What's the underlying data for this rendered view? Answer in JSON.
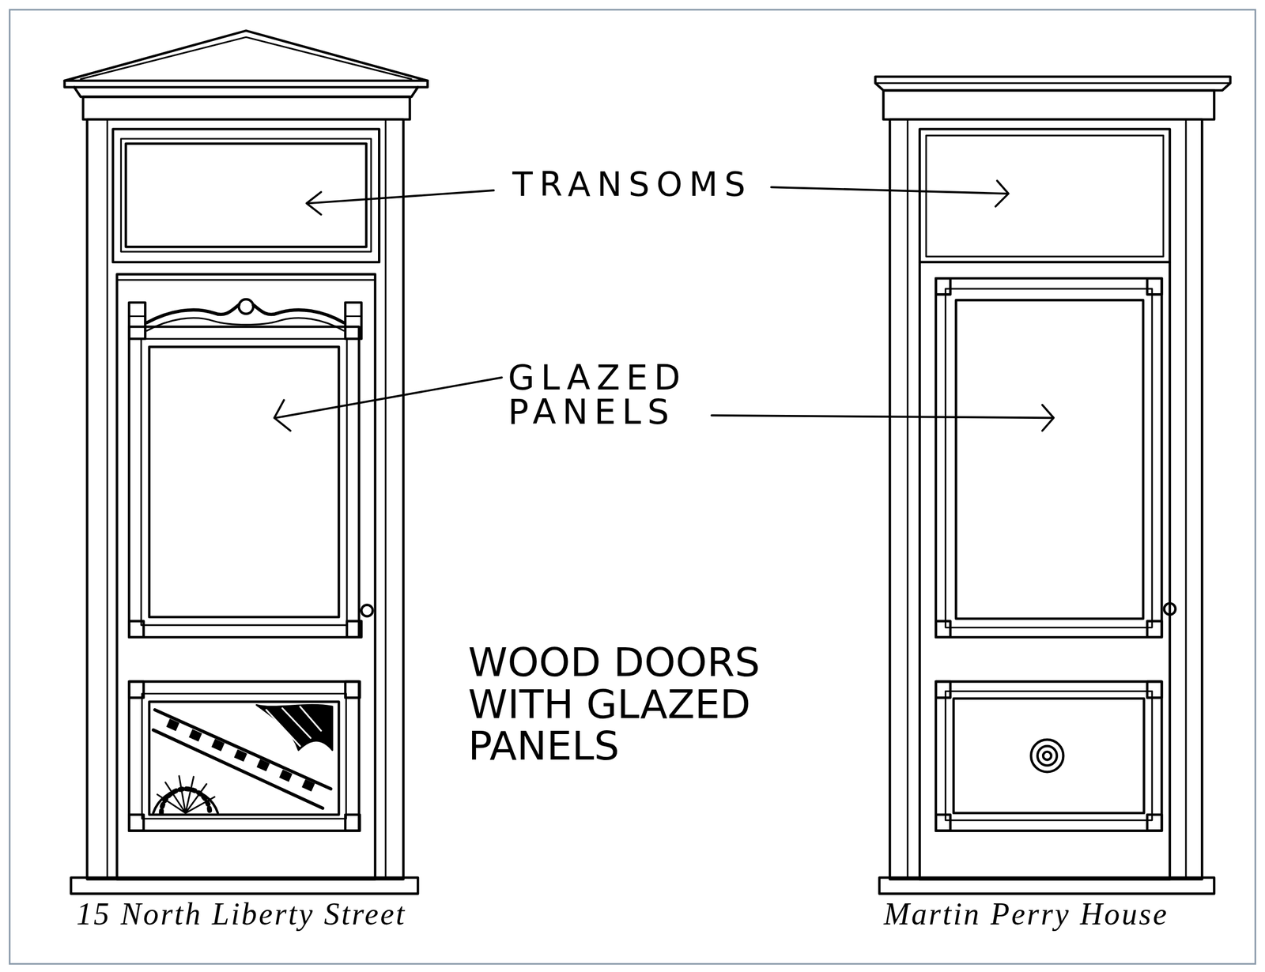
{
  "diagram": {
    "labels": [
      "TRANSOMS",
      "GLAZED PANELS",
      "WOOD DOORS WITH GLAZED PANELS",
      "15 North Liberty Street",
      "Martin Perry House"
    ]
  }
}
